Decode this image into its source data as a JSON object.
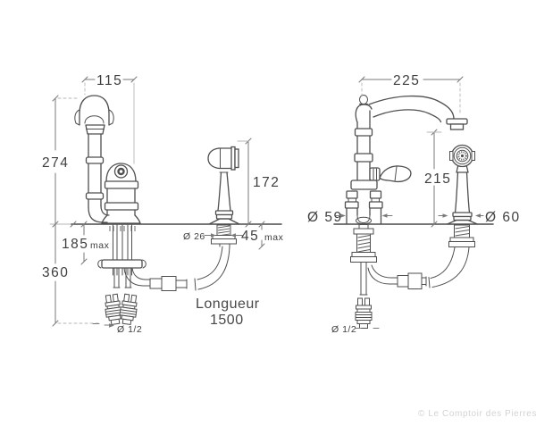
{
  "page": {
    "background": "#ffffff",
    "description": "Technical dimension drawing of a traditional kitchen mixer tap with hand spray: side view (left) and front view (right)"
  },
  "colors": {
    "outline": "#4f4f4f",
    "dimension": "#7a7a7a",
    "extension": "#b5b5b5",
    "text": "#3e3e3e",
    "watermark": "#d3d3d3"
  },
  "side_view": {
    "dims": {
      "spout_offset": "115",
      "height_above_deck": "274",
      "handspray_height": "172",
      "fastening_depth_value": "185",
      "fastening_depth_suffix": "max",
      "under_counter_length": "360",
      "shank_diameter": "Ø 26",
      "deck_thickness_value": "45",
      "deck_thickness_suffix": "max",
      "supply_connection": "Ø 1/2",
      "hose_length_label": "Longueur",
      "hose_length_value": "1500"
    }
  },
  "front_view": {
    "dims": {
      "spout_reach": "225",
      "spout_height": "215",
      "base_diameter": "Ø 59",
      "handspray_base_diameter": "Ø 60",
      "supply_connection": "Ø 1/2"
    }
  },
  "watermark": "© Le Comptoir des Pierres"
}
